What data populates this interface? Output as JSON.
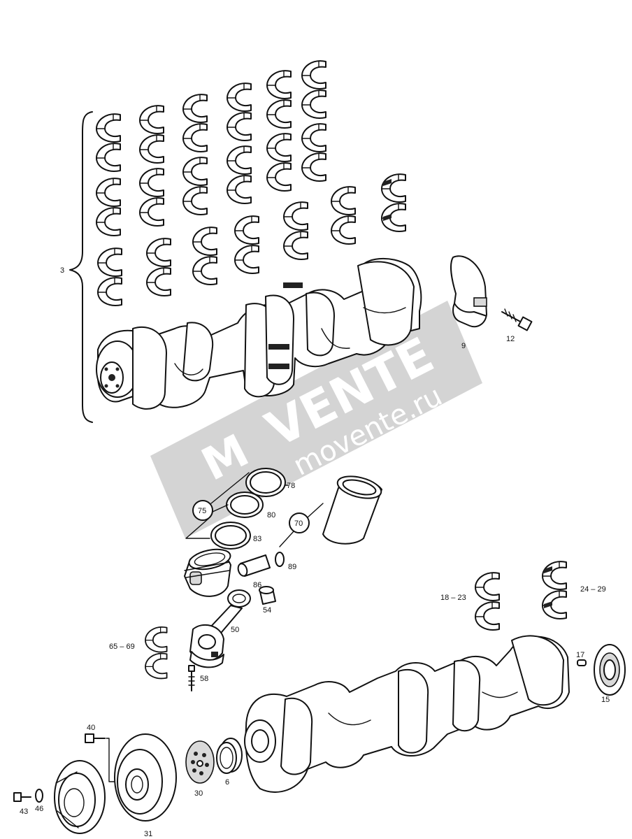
{
  "watermark": {
    "brand": "VENTE",
    "brand_prefix": "M",
    "url": "movente.ru",
    "band_color": "#d4d4d4"
  },
  "labels": {
    "l3": "3",
    "l9": "9",
    "l12": "12",
    "l78": "78",
    "l75": "75",
    "l80": "80",
    "l70": "70",
    "l83": "83",
    "l89": "89",
    "l86": "86",
    "l54": "54",
    "l50": "50",
    "l18_23": "18 – 23",
    "l24_29": "24 – 29",
    "l65_69": "65 – 69",
    "l17": "17",
    "l58": "58",
    "l15": "15",
    "l40": "40",
    "l30": "30",
    "l6": "6",
    "l43": "43",
    "l46": "46",
    "l31": "31"
  }
}
